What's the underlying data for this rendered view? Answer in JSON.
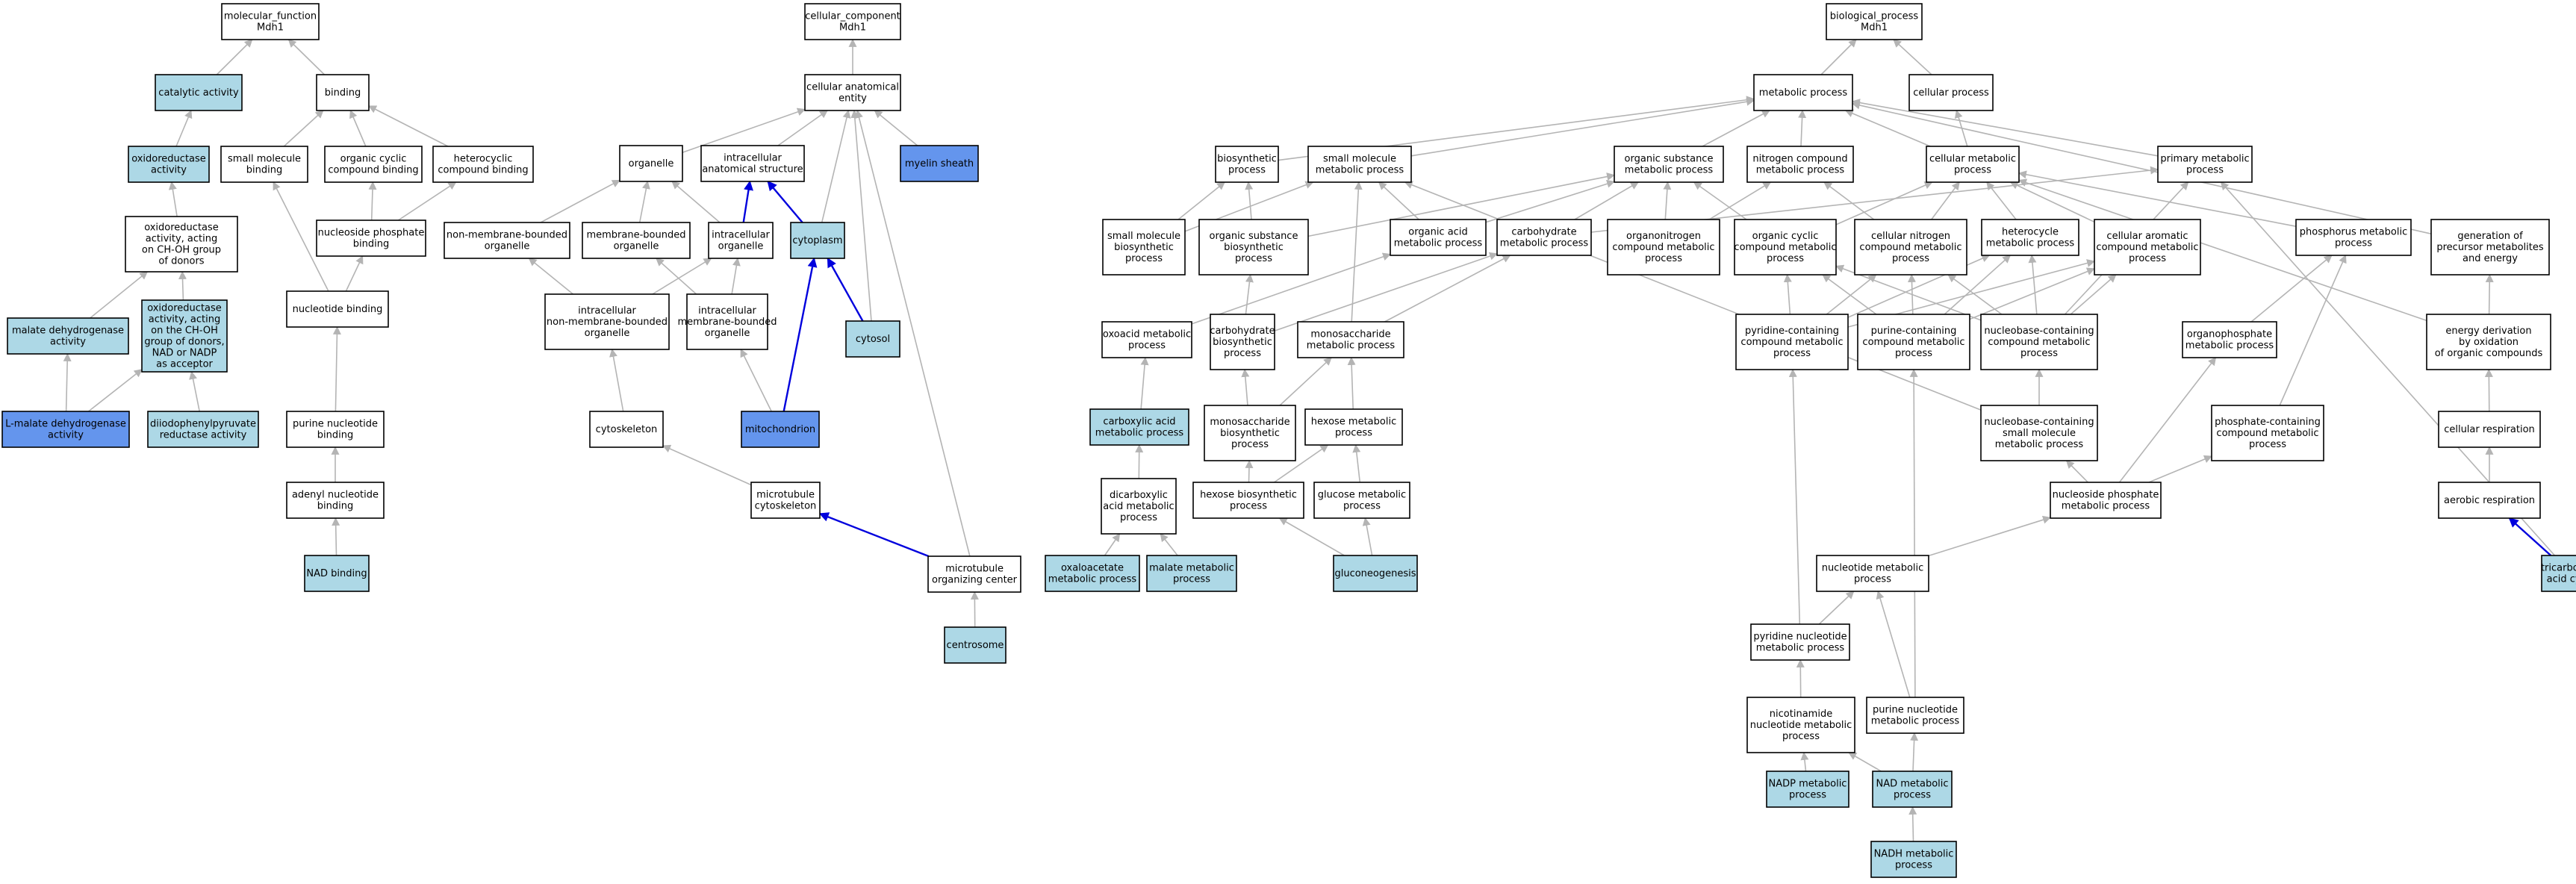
{
  "colors": {
    "plain": "#ffffff",
    "light": "#add8e6",
    "dark": "#6495ed",
    "edge": "#b4b4b4",
    "edge_blue": "#0000dd"
  },
  "nodes": [
    {
      "id": "mf",
      "label": [
        "molecular_function",
        "Mdh1"
      ],
      "fill": "plain"
    },
    {
      "id": "catalytic",
      "label": [
        "catalytic activity"
      ],
      "fill": "light"
    },
    {
      "id": "binding",
      "label": [
        "binding"
      ],
      "fill": "plain"
    },
    {
      "id": "oxido",
      "label": [
        "oxidoreductase",
        "activity"
      ],
      "fill": "light"
    },
    {
      "id": "smbind",
      "label": [
        "small molecule",
        "binding"
      ],
      "fill": "plain"
    },
    {
      "id": "occbind",
      "label": [
        "organic cyclic",
        "compound binding"
      ],
      "fill": "plain"
    },
    {
      "id": "hetbind",
      "label": [
        "heterocyclic",
        "compound binding"
      ],
      "fill": "plain"
    },
    {
      "id": "oxchoh",
      "label": [
        "oxidoreductase",
        "activity, acting",
        "on CH-OH group",
        "of donors"
      ],
      "fill": "plain"
    },
    {
      "id": "npbind",
      "label": [
        "nucleoside phosphate",
        "binding"
      ],
      "fill": "plain"
    },
    {
      "id": "malatedh",
      "label": [
        "malate dehydrogenase",
        "activity"
      ],
      "fill": "light"
    },
    {
      "id": "oxnad",
      "label": [
        "oxidoreductase",
        "activity, acting",
        "on the CH-OH",
        "group of donors,",
        "NAD or NADP",
        "as acceptor"
      ],
      "fill": "light"
    },
    {
      "id": "ntbind",
      "label": [
        "nucleotide binding"
      ],
      "fill": "plain"
    },
    {
      "id": "lmalate",
      "label": [
        "L-malate dehydrogenase",
        "activity"
      ],
      "fill": "dark"
    },
    {
      "id": "diiodo",
      "label": [
        "diiodophenylpyruvate",
        "reductase activity"
      ],
      "fill": "light"
    },
    {
      "id": "purbind",
      "label": [
        "purine nucleotide",
        "binding"
      ],
      "fill": "plain"
    },
    {
      "id": "adenbind",
      "label": [
        "adenyl nucleotide",
        "binding"
      ],
      "fill": "plain"
    },
    {
      "id": "nadbind",
      "label": [
        "NAD binding"
      ],
      "fill": "light"
    },
    {
      "id": "cc",
      "label": [
        "cellular_component",
        "Mdh1"
      ],
      "fill": "plain"
    },
    {
      "id": "cae",
      "label": [
        "cellular anatomical",
        "entity"
      ],
      "fill": "plain"
    },
    {
      "id": "organelle",
      "label": [
        "organelle"
      ],
      "fill": "plain"
    },
    {
      "id": "ias",
      "label": [
        "intracellular",
        "anatomical structure"
      ],
      "fill": "plain"
    },
    {
      "id": "myelin",
      "label": [
        "myelin sheath"
      ],
      "fill": "dark"
    },
    {
      "id": "nmbo",
      "label": [
        "non-membrane-bounded",
        "organelle"
      ],
      "fill": "plain"
    },
    {
      "id": "mbo",
      "label": [
        "membrane-bounded",
        "organelle"
      ],
      "fill": "plain"
    },
    {
      "id": "intorg",
      "label": [
        "intracellular",
        "organelle"
      ],
      "fill": "plain"
    },
    {
      "id": "cytoplasm",
      "label": [
        "cytoplasm"
      ],
      "fill": "light"
    },
    {
      "id": "inmbo",
      "label": [
        "intracellular",
        "non-membrane-bounded",
        "organelle"
      ],
      "fill": "plain"
    },
    {
      "id": "imbo",
      "label": [
        "intracellular",
        "membrane-bounded",
        "organelle"
      ],
      "fill": "plain"
    },
    {
      "id": "cytosol",
      "label": [
        "cytosol"
      ],
      "fill": "light"
    },
    {
      "id": "cytoskel",
      "label": [
        "cytoskeleton"
      ],
      "fill": "plain"
    },
    {
      "id": "mito",
      "label": [
        "mitochondrion"
      ],
      "fill": "dark"
    },
    {
      "id": "mtcyto",
      "label": [
        "microtubule",
        "cytoskeleton"
      ],
      "fill": "plain"
    },
    {
      "id": "mtoc",
      "label": [
        "microtubule",
        "organizing center"
      ],
      "fill": "plain"
    },
    {
      "id": "centrosome",
      "label": [
        "centrosome"
      ],
      "fill": "light"
    },
    {
      "id": "bp",
      "label": [
        "biological_process",
        "Mdh1"
      ],
      "fill": "plain"
    },
    {
      "id": "metproc",
      "label": [
        "metabolic process"
      ],
      "fill": "plain"
    },
    {
      "id": "cellproc",
      "label": [
        "cellular process"
      ],
      "fill": "plain"
    },
    {
      "id": "biosyn",
      "label": [
        "biosynthetic",
        "process"
      ],
      "fill": "plain"
    },
    {
      "id": "smmet",
      "label": [
        "small molecule",
        "metabolic process"
      ],
      "fill": "plain"
    },
    {
      "id": "osmet",
      "label": [
        "organic substance",
        "metabolic process"
      ],
      "fill": "plain"
    },
    {
      "id": "ncmet",
      "label": [
        "nitrogen compound",
        "metabolic process"
      ],
      "fill": "plain"
    },
    {
      "id": "cellmet",
      "label": [
        "cellular metabolic",
        "process"
      ],
      "fill": "plain"
    },
    {
      "id": "primet",
      "label": [
        "primary metabolic",
        "process"
      ],
      "fill": "plain"
    },
    {
      "id": "smbio",
      "label": [
        "small molecule",
        "biosynthetic",
        "process"
      ],
      "fill": "plain"
    },
    {
      "id": "osbio",
      "label": [
        "organic substance",
        "biosynthetic",
        "process"
      ],
      "fill": "plain"
    },
    {
      "id": "oamet",
      "label": [
        "organic acid",
        "metabolic process"
      ],
      "fill": "plain"
    },
    {
      "id": "carbmet",
      "label": [
        "carbohydrate",
        "metabolic process"
      ],
      "fill": "plain"
    },
    {
      "id": "onmet",
      "label": [
        "organonitrogen",
        "compound metabolic",
        "process"
      ],
      "fill": "plain"
    },
    {
      "id": "occmet",
      "label": [
        "organic cyclic",
        "compound metabolic",
        "process"
      ],
      "fill": "plain"
    },
    {
      "id": "cncmet",
      "label": [
        "cellular nitrogen",
        "compound metabolic",
        "process"
      ],
      "fill": "plain"
    },
    {
      "id": "hetmet",
      "label": [
        "heterocycle",
        "metabolic process"
      ],
      "fill": "plain"
    },
    {
      "id": "caromet",
      "label": [
        "cellular aromatic",
        "compound metabolic",
        "process"
      ],
      "fill": "plain"
    },
    {
      "id": "phosmet",
      "label": [
        "phosphorus metabolic",
        "process"
      ],
      "fill": "plain"
    },
    {
      "id": "genprec",
      "label": [
        "generation of",
        "precursor metabolites",
        "and energy"
      ],
      "fill": "plain"
    },
    {
      "id": "oxoacid",
      "label": [
        "oxoacid metabolic",
        "process"
      ],
      "fill": "plain"
    },
    {
      "id": "carbbio",
      "label": [
        "carbohydrate",
        "biosynthetic",
        "process"
      ],
      "fill": "plain"
    },
    {
      "id": "monomet",
      "label": [
        "monosaccharide",
        "metabolic process"
      ],
      "fill": "plain"
    },
    {
      "id": "pyrcmet",
      "label": [
        "pyridine-containing",
        "compound metabolic",
        "process"
      ],
      "fill": "plain"
    },
    {
      "id": "purcmet",
      "label": [
        "purine-containing",
        "compound metabolic",
        "process"
      ],
      "fill": "plain"
    },
    {
      "id": "nbcmet",
      "label": [
        "nucleobase-containing",
        "compound metabolic",
        "process"
      ],
      "fill": "plain"
    },
    {
      "id": "orgphos",
      "label": [
        "organophosphate",
        "metabolic process"
      ],
      "fill": "plain"
    },
    {
      "id": "energy",
      "label": [
        "energy derivation",
        "by oxidation",
        "of organic compounds"
      ],
      "fill": "plain"
    },
    {
      "id": "carbox",
      "label": [
        "carboxylic acid",
        "metabolic process"
      ],
      "fill": "light"
    },
    {
      "id": "monobio",
      "label": [
        "monosaccharide",
        "biosynthetic",
        "process"
      ],
      "fill": "plain"
    },
    {
      "id": "hexmet",
      "label": [
        "hexose metabolic",
        "process"
      ],
      "fill": "plain"
    },
    {
      "id": "nbsmmet",
      "label": [
        "nucleobase-containing",
        "small molecule",
        "metabolic process"
      ],
      "fill": "plain"
    },
    {
      "id": "phcmet",
      "label": [
        "phosphate-containing",
        "compound metabolic",
        "process"
      ],
      "fill": "plain"
    },
    {
      "id": "cellresp",
      "label": [
        "cellular respiration"
      ],
      "fill": "plain"
    },
    {
      "id": "dicarb",
      "label": [
        "dicarboxylic",
        "acid metabolic",
        "process"
      ],
      "fill": "plain"
    },
    {
      "id": "hexbio",
      "label": [
        "hexose biosynthetic",
        "process"
      ],
      "fill": "plain"
    },
    {
      "id": "glucmet",
      "label": [
        "glucose metabolic",
        "process"
      ],
      "fill": "plain"
    },
    {
      "id": "nspmet",
      "label": [
        "nucleoside phosphate",
        "metabolic process"
      ],
      "fill": "plain"
    },
    {
      "id": "aerobic",
      "label": [
        "aerobic respiration"
      ],
      "fill": "plain"
    },
    {
      "id": "oxalo",
      "label": [
        "oxaloacetate",
        "metabolic process"
      ],
      "fill": "light"
    },
    {
      "id": "malmet",
      "label": [
        "malate metabolic",
        "process"
      ],
      "fill": "light"
    },
    {
      "id": "gluconeo",
      "label": [
        "gluconeogenesis"
      ],
      "fill": "light"
    },
    {
      "id": "tca",
      "label": [
        "tricarboxylic",
        "acid cycle"
      ],
      "fill": "light"
    },
    {
      "id": "ntmet",
      "label": [
        "nucleotide metabolic",
        "process"
      ],
      "fill": "plain"
    },
    {
      "id": "pyrntmet",
      "label": [
        "pyridine nucleotide",
        "metabolic process"
      ],
      "fill": "plain"
    },
    {
      "id": "nicmet",
      "label": [
        "nicotinamide",
        "nucleotide metabolic",
        "process"
      ],
      "fill": "plain"
    },
    {
      "id": "purntmet",
      "label": [
        "purine nucleotide",
        "metabolic process"
      ],
      "fill": "plain"
    },
    {
      "id": "nadpmet",
      "label": [
        "NADP metabolic",
        "process"
      ],
      "fill": "light"
    },
    {
      "id": "nadmet",
      "label": [
        "NAD metabolic",
        "process"
      ],
      "fill": "light"
    },
    {
      "id": "nadhmet",
      "label": [
        "NADH metabolic",
        "process"
      ],
      "fill": "light"
    }
  ],
  "edges": [
    [
      "catalytic",
      "mf"
    ],
    [
      "binding",
      "mf"
    ],
    [
      "oxido",
      "catalytic"
    ],
    [
      "smbind",
      "binding"
    ],
    [
      "occbind",
      "binding"
    ],
    [
      "hetbind",
      "binding"
    ],
    [
      "oxchoh",
      "oxido"
    ],
    [
      "npbind",
      "occbind"
    ],
    [
      "npbind",
      "hetbind"
    ],
    [
      "ntbind",
      "smbind"
    ],
    [
      "ntbind",
      "npbind"
    ],
    [
      "malatedh",
      "oxchoh"
    ],
    [
      "oxnad",
      "oxchoh"
    ],
    [
      "lmalate",
      "oxnad"
    ],
    [
      "lmalate",
      "malatedh"
    ],
    [
      "diiodo",
      "oxnad"
    ],
    [
      "purbind",
      "ntbind"
    ],
    [
      "adenbind",
      "purbind"
    ],
    [
      "nadbind",
      "adenbind"
    ],
    [
      "cae",
      "cc"
    ],
    [
      "organelle",
      "cae"
    ],
    [
      "ias",
      "cae"
    ],
    [
      "myelin",
      "cae"
    ],
    [
      "cytoplasm",
      "cae"
    ],
    [
      "cytosol",
      "cae"
    ],
    [
      "mtoc",
      "cae"
    ],
    [
      "nmbo",
      "organelle"
    ],
    [
      "mbo",
      "organelle"
    ],
    [
      "intorg",
      "organelle"
    ],
    [
      "intorg",
      "ias",
      true
    ],
    [
      "cytoplasm",
      "ias",
      true
    ],
    [
      "inmbo",
      "nmbo"
    ],
    [
      "inmbo",
      "intorg"
    ],
    [
      "imbo",
      "mbo"
    ],
    [
      "imbo",
      "intorg"
    ],
    [
      "cytosol",
      "cytoplasm",
      true
    ],
    [
      "cytoskel",
      "inmbo"
    ],
    [
      "mito",
      "imbo"
    ],
    [
      "mito",
      "cytoplasm",
      true
    ],
    [
      "mtcyto",
      "cytoskel"
    ],
    [
      "mtoc",
      "mtcyto",
      true
    ],
    [
      "centrosome",
      "mtoc"
    ],
    [
      "metproc",
      "bp"
    ],
    [
      "cellproc",
      "bp"
    ],
    [
      "biosyn",
      "metproc"
    ],
    [
      "smmet",
      "metproc"
    ],
    [
      "osmet",
      "metproc"
    ],
    [
      "ncmet",
      "metproc"
    ],
    [
      "cellmet",
      "metproc"
    ],
    [
      "cellmet",
      "cellproc"
    ],
    [
      "primet",
      "metproc"
    ],
    [
      "smbio",
      "biosyn"
    ],
    [
      "smbio",
      "smmet"
    ],
    [
      "osbio",
      "biosyn"
    ],
    [
      "osbio",
      "osmet"
    ],
    [
      "oamet",
      "smmet"
    ],
    [
      "oamet",
      "osmet"
    ],
    [
      "carbmet",
      "osmet"
    ],
    [
      "carbmet",
      "primet"
    ],
    [
      "onmet",
      "osmet"
    ],
    [
      "onmet",
      "ncmet"
    ],
    [
      "occmet",
      "osmet"
    ],
    [
      "occmet",
      "cellmet"
    ],
    [
      "cncmet",
      "ncmet"
    ],
    [
      "cncmet",
      "cellmet"
    ],
    [
      "hetmet",
      "cellmet"
    ],
    [
      "caromet",
      "cellmet"
    ],
    [
      "phosmet",
      "cellmet"
    ],
    [
      "genprec",
      "metproc"
    ],
    [
      "oxoacid",
      "oamet"
    ],
    [
      "carbbio",
      "carbmet"
    ],
    [
      "carbbio",
      "osbio"
    ],
    [
      "monomet",
      "carbmet"
    ],
    [
      "monomet",
      "smmet"
    ],
    [
      "pyrcmet",
      "occmet"
    ],
    [
      "pyrcmet",
      "hetmet"
    ],
    [
      "pyrcmet",
      "cncmet"
    ],
    [
      "pyrcmet",
      "caromet"
    ],
    [
      "purcmet",
      "occmet"
    ],
    [
      "purcmet",
      "hetmet"
    ],
    [
      "purcmet",
      "cncmet"
    ],
    [
      "purcmet",
      "caromet"
    ],
    [
      "nbcmet",
      "occmet"
    ],
    [
      "nbcmet",
      "hetmet"
    ],
    [
      "nbcmet",
      "cncmet"
    ],
    [
      "nbcmet",
      "caromet"
    ],
    [
      "nbcmet",
      "primet"
    ],
    [
      "orgphos",
      "phosmet"
    ],
    [
      "energy",
      "genprec"
    ],
    [
      "energy",
      "cellmet"
    ],
    [
      "carbox",
      "oxoacid"
    ],
    [
      "monobio",
      "monomet"
    ],
    [
      "monobio",
      "carbbio"
    ],
    [
      "hexmet",
      "monomet"
    ],
    [
      "nbsmmet",
      "nbcmet"
    ],
    [
      "nbsmmet",
      "smmet"
    ],
    [
      "phcmet",
      "phosmet"
    ],
    [
      "cellresp",
      "energy"
    ],
    [
      "dicarb",
      "carbox"
    ],
    [
      "hexbio",
      "hexmet"
    ],
    [
      "hexbio",
      "monobio"
    ],
    [
      "glucmet",
      "hexmet"
    ],
    [
      "nspmet",
      "nbsmmet"
    ],
    [
      "nspmet",
      "orgphos"
    ],
    [
      "nspmet",
      "phcmet"
    ],
    [
      "aerobic",
      "cellresp"
    ],
    [
      "oxalo",
      "dicarb"
    ],
    [
      "malmet",
      "dicarb"
    ],
    [
      "gluconeo",
      "hexbio"
    ],
    [
      "gluconeo",
      "glucmet"
    ],
    [
      "tca",
      "aerobic",
      true
    ],
    [
      "tca",
      "primet"
    ],
    [
      "ntmet",
      "nspmet"
    ],
    [
      "pyrntmet",
      "ntmet"
    ],
    [
      "pyrntmet",
      "pyrcmet"
    ],
    [
      "nicmet",
      "pyrntmet"
    ],
    [
      "purntmet",
      "ntmet"
    ],
    [
      "purntmet",
      "purcmet"
    ],
    [
      "nadpmet",
      "nicmet"
    ],
    [
      "nadmet",
      "nicmet"
    ],
    [
      "nadmet",
      "purntmet"
    ],
    [
      "nadhmet",
      "nadmet"
    ]
  ]
}
